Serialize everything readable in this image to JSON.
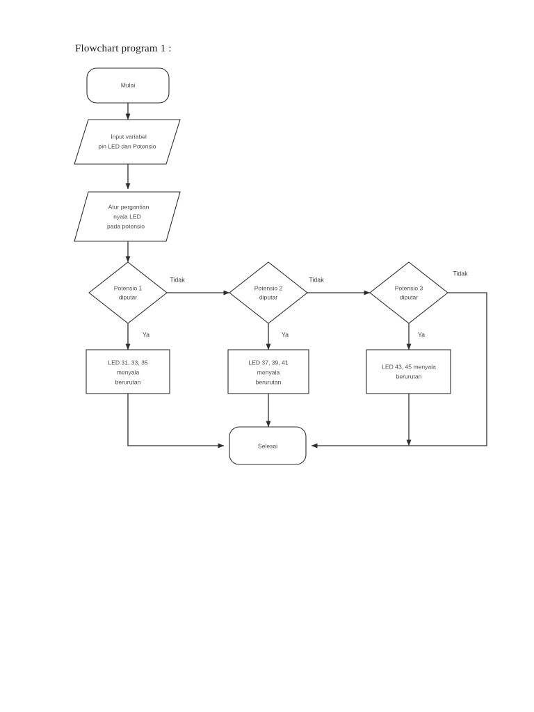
{
  "document": {
    "title": "Flowchart program 1 :"
  },
  "colors": {
    "page_background": "#ffffff",
    "stroke": "#2e2e2e",
    "shape_fill": "#ffffff",
    "node_text": "#4a4a4a",
    "title_text": "#1a1a1a"
  },
  "flowchart": {
    "nodes": {
      "start": {
        "type": "terminator",
        "label": "Mulai",
        "lines": [
          "Mulai"
        ]
      },
      "input_vars": {
        "type": "input-output",
        "lines": [
          "Input variabel",
          "pin LED dan Potensio"
        ]
      },
      "setup_leds": {
        "type": "input-output",
        "lines": [
          "Atur pergantian",
          "nyala LED",
          "pada potensio"
        ]
      },
      "decision_1": {
        "type": "decision",
        "lines": [
          "Potensio 1",
          "diputar"
        ]
      },
      "decision_2": {
        "type": "decision",
        "lines": [
          "Potensio 2",
          "diputar"
        ]
      },
      "decision_3": {
        "type": "decision",
        "lines": [
          "Potensio 3",
          "diputar"
        ]
      },
      "process_1": {
        "type": "process",
        "lines": [
          "LED 31, 33, 35",
          "menyala",
          "berurutan"
        ]
      },
      "process_2": {
        "type": "process",
        "lines": [
          "LED 37, 39, 41",
          "menyala",
          "berurutan"
        ]
      },
      "process_3": {
        "type": "process",
        "lines": [
          "LED 43, 45 menyala",
          "berurutan"
        ]
      },
      "end": {
        "type": "terminator",
        "label": "Selesai",
        "lines": [
          "Selesai"
        ]
      }
    },
    "edge_labels": {
      "no_1": "Tidak",
      "no_2": "Tidak",
      "no_3": "Tidak",
      "yes_1": "Ya",
      "yes_2": "Ya",
      "yes_3": "Ya"
    }
  }
}
